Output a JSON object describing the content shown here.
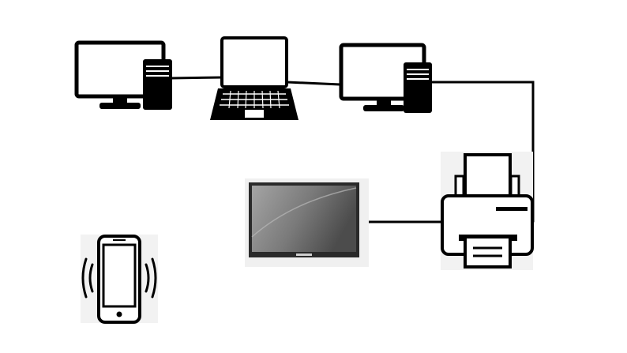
{
  "diagram": {
    "background_color": "#ffffff",
    "line_color": "#000000",
    "nodes": [
      {
        "id": "desktop-left",
        "icon": "desktop-computer-icon"
      },
      {
        "id": "laptop",
        "icon": "laptop-icon"
      },
      {
        "id": "desktop-right",
        "icon": "desktop-computer-icon"
      },
      {
        "id": "printer",
        "icon": "printer-icon"
      },
      {
        "id": "tv",
        "icon": "tv-monitor-icon"
      },
      {
        "id": "smartphone",
        "icon": "smartphone-vibrating-icon"
      }
    ],
    "connections": [
      {
        "from": "desktop-left",
        "to": "laptop"
      },
      {
        "from": "laptop",
        "to": "desktop-right"
      },
      {
        "from": "desktop-right",
        "to": "printer"
      },
      {
        "from": "tv",
        "to": "printer"
      }
    ]
  }
}
